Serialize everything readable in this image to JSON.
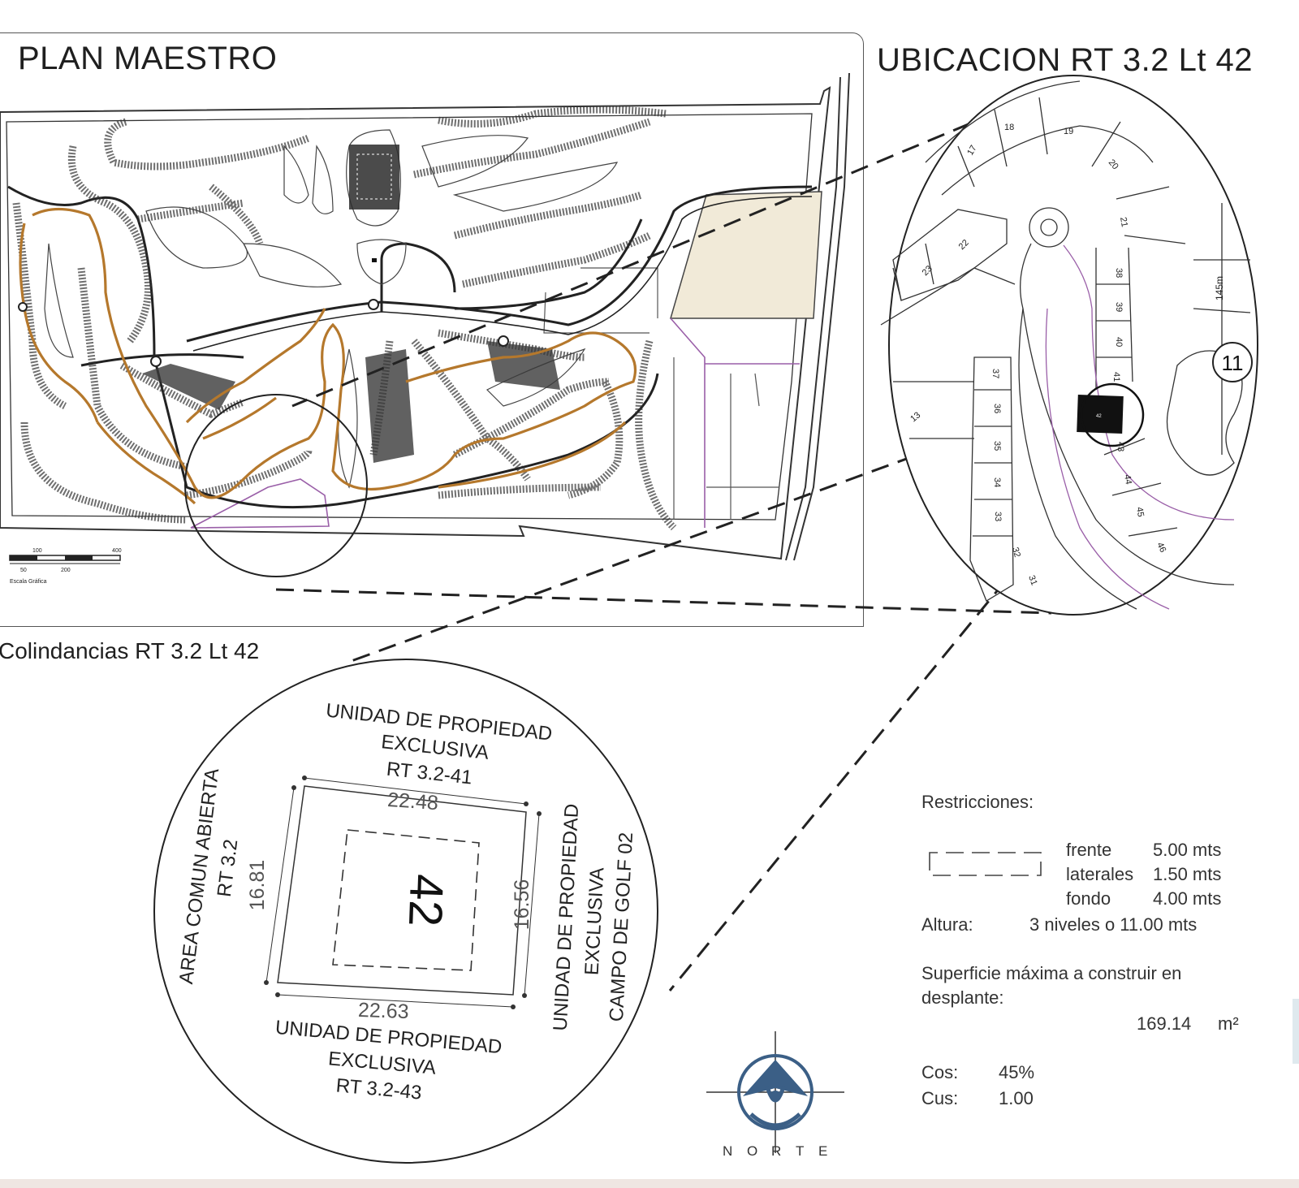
{
  "master_plan": {
    "title": "PLAN MAESTRO",
    "scale_label": "Escala Gráfica",
    "scale_ticks": [
      "100",
      "400",
      "50",
      "200"
    ]
  },
  "location": {
    "title": "UBICACION RT 3.2 Lt 42",
    "lot_numbers": [
      "18",
      "19",
      "20",
      "21",
      "17",
      "22",
      "23",
      "38",
      "39",
      "40",
      "41",
      "37",
      "36",
      "35",
      "34",
      "33",
      "32",
      "31",
      "13",
      "44",
      "45",
      "46",
      "43",
      "42"
    ],
    "distance_label": "145m",
    "marker_label": "11"
  },
  "boundaries": {
    "title": "Colindancias RT 3.2 Lt 42",
    "lot_number": "42",
    "north": [
      "UNIDAD DE PROPIEDAD",
      "EXCLUSIVA",
      "RT 3.2-41"
    ],
    "south": [
      "UNIDAD DE PROPIEDAD",
      "EXCLUSIVA",
      "RT 3.2-43"
    ],
    "west": [
      "AREA COMUN ABIERTA",
      "RT 3.2"
    ],
    "east": [
      "UNIDAD DE PROPIEDAD",
      "EXCLUSIVA",
      "CAMPO DE GOLF 02"
    ],
    "dim_top": "22.48",
    "dim_bottom": "22.63",
    "dim_left": "16.81",
    "dim_right": "16.56"
  },
  "restrictions": {
    "heading": "Restricciones:",
    "frente_label": "frente",
    "frente_value": "5.00 mts",
    "laterales_label": "laterales",
    "laterales_value": "1.50 mts",
    "fondo_label": "fondo",
    "fondo_value": "4.00 mts",
    "altura_label": "Altura:",
    "altura_value": "3 niveles o 11.00 mts",
    "superficie_line1": "Superficie máxima a construir en",
    "superficie_line2": "desplante:",
    "superficie_value": "169.14",
    "superficie_unit": "m²",
    "cos_label": "Cos:",
    "cos_value": "45%",
    "cus_label": "Cus:",
    "cus_value": "1.00"
  },
  "compass": {
    "letters": [
      "N",
      "O",
      "R",
      "T",
      "E"
    ]
  },
  "colors": {
    "golf_outline": "#b5782c",
    "parcel_fill": "#f1ead8",
    "line": "#222222",
    "purple_boundary": "#9a5fa8",
    "compass_blue": "#3b5f86"
  }
}
